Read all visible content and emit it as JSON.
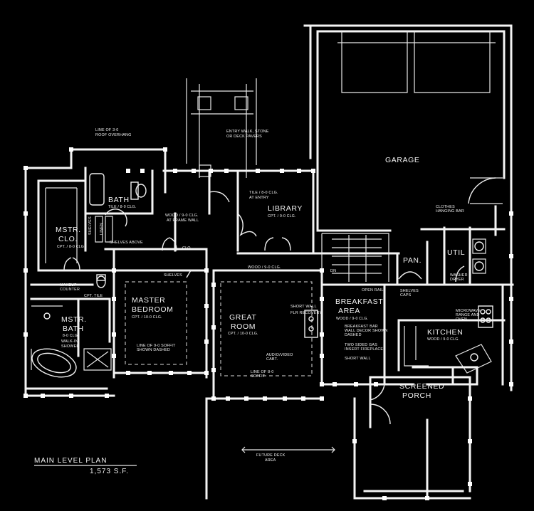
{
  "rooms": {
    "garage": "GARAGE",
    "library": "LIBRARY",
    "library_ceiling": "CPT. / 9-0 CLG.",
    "bath": "BATH",
    "bath_ceiling": "TILE / 8-0 CLG.",
    "mstr_clo_1": "MSTR.",
    "mstr_clo_2": "CLO.",
    "mstr_clo_ceiling": "CPT. / 8-0 CLG.",
    "clo": "CLO.",
    "master_bedroom_1": "MASTER",
    "master_bedroom_2": "BEDROOM",
    "master_bedroom_ceiling": "CPT. / 10-0 CLG.",
    "great_room_1": "GREAT",
    "great_room_2": "ROOM",
    "great_room_ceiling": "CPT. / 10-0 CLG.",
    "breakfast_1": "BREAKFAST",
    "breakfast_2": "AREA",
    "breakfast_ceiling": "WOOD / 9-0 CLG.",
    "kitchen": "KITCHEN",
    "kitchen_ceiling": "WOOD / 9-0 CLG.",
    "mstr_bath_1": "MSTR.",
    "mstr_bath_2": "BATH",
    "mstr_bath_ceiling": "8-0 CLG.",
    "pan": "PAN.",
    "util": "UTIL",
    "screened_1": "SCREENED",
    "screened_2": "PORCH"
  },
  "notes": {
    "roof_overhang_1": "LINE OF 3-0",
    "roof_overhang_2": "ROOF OVERHANG",
    "entry_walk_1": "ENTRY WALK, STONE",
    "entry_walk_2": "OR DECK PAVERS",
    "tile_entry_1": "TILE / 8-0 CLG.",
    "tile_entry_2": "AT ENTRY",
    "wood_frame_1": "WOOD / 9-0 CLG.",
    "wood_frame_2": "AT FRAME WALL",
    "shelves_1": "SHELVES",
    "shelves_2": "LINEN",
    "shelves_above": "SHELVES ABOVE",
    "wood_9": "WOOD / 9-0 CLG.",
    "shelves": "SHELVES",
    "dn": "DN",
    "open_rail": "OPEN RAIL",
    "clothes_hanging": "CLOTHES",
    "hanging_bar": "HANGING BAR",
    "shelves_caps_1": "SHELVES",
    "shelves_caps_2": "CAPS",
    "makeup_1": "MAKEUP",
    "makeup_2": "COUNTER",
    "cpt_tile": "CPT. TILE",
    "walk_in_1": "WALK-IN",
    "walk_in_2": "SHOWER",
    "soffit_line_1": "LINE OF 9-0 SOFFIT",
    "soffit_line_2": "SHOWN DASHED",
    "short_wall_1": "SHORT WALL",
    "flr_recovery": "FLR RECOVERY",
    "breakfast_note_1": "BREAKFAST BAR",
    "breakfast_note_2": "WALL DECOR SHOWN",
    "breakfast_note_3": "DASHED",
    "two_sided_1": "TWO SIDED GAS",
    "two_sided_2": "INSERT FIREPLACE",
    "audio_1": "AUDIO/VIDEO",
    "audio_2": "CABT.",
    "short_wall_2": "SHORT WALL",
    "soffit_8_1": "LINE OF 8-0",
    "soffit_8_2": "SOFFIT",
    "microwave_1": "MICROWAVE",
    "microwave_2": "RANGE AND",
    "microwave_3": "OVEN",
    "washer_dryer_1": "WASHER",
    "washer_dryer_2": "DRYER",
    "future_deck_1": "FUTURE DECK",
    "future_deck_2": "AREA"
  },
  "plan_title": {
    "name": "MAIN LEVEL PLAN",
    "area": "1,573 S.F."
  },
  "colors": {
    "background": "#000000",
    "linework": "#f4f4f4"
  }
}
